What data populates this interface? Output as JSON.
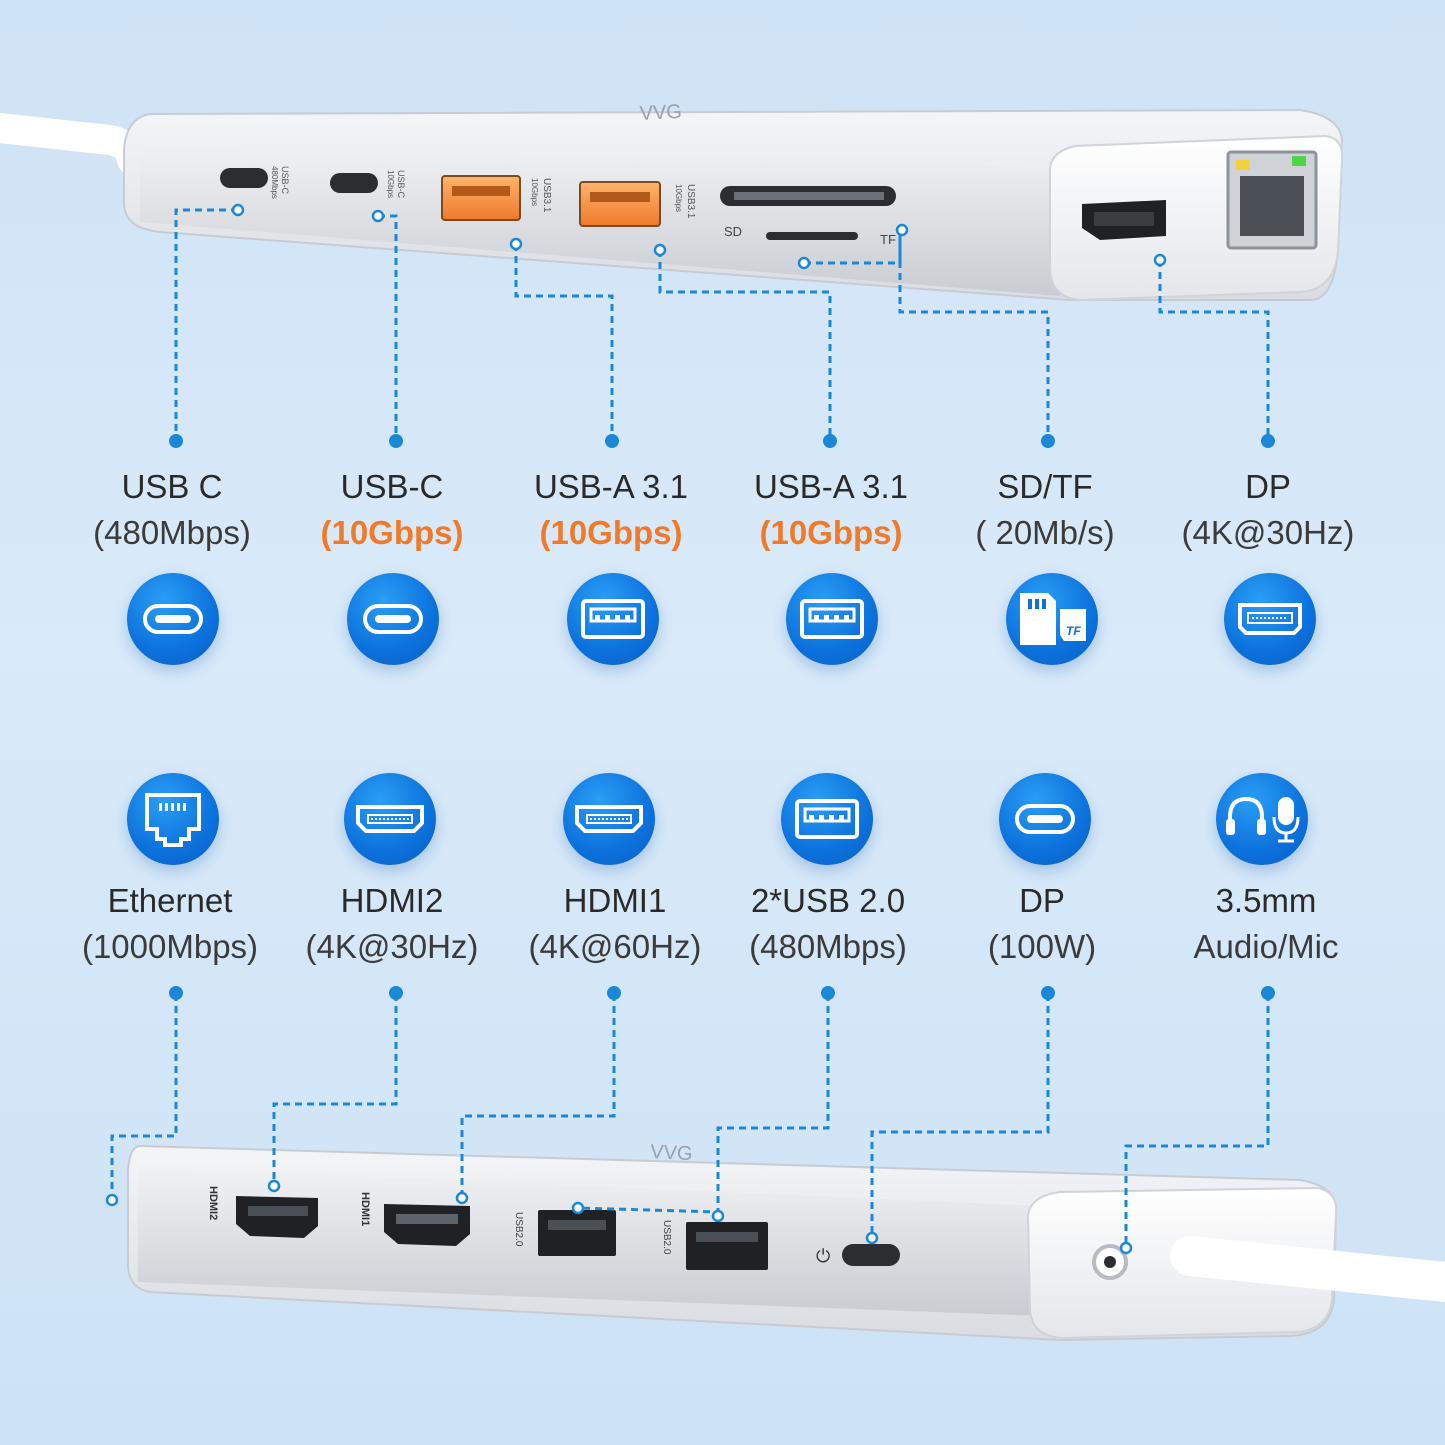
{
  "brand_logo": "VVG",
  "port_print": {
    "usb_c_1": "USB-C",
    "usb_c_1_speed": "480Mbps",
    "usb_c_2": "USB-C",
    "usb_c_2_speed": "10Gbps",
    "usb31_a": "USB3.1",
    "usb31_a_speed": "10Gbps",
    "usb31_b": "USB3.1",
    "usb31_b_speed": "10Gbps",
    "sd": "SD",
    "tf": "TF",
    "usb20_a": "USB2.0",
    "usb20_b": "USB2.0",
    "hdmi_2": "HDMI2",
    "hdmi_1": "HDMI1"
  },
  "top_ports": [
    {
      "name": "USB C",
      "spec": "(480Mbps)",
      "spec_highlight": false,
      "icon": "usb-c-icon"
    },
    {
      "name": "USB-C",
      "spec": "(10Gbps)",
      "spec_highlight": true,
      "icon": "usb-c-icon"
    },
    {
      "name": "USB-A 3.1",
      "spec": "(10Gbps)",
      "spec_highlight": true,
      "icon": "usb-a-icon"
    },
    {
      "name": "USB-A 3.1",
      "spec": "(10Gbps)",
      "spec_highlight": true,
      "icon": "usb-a-icon"
    },
    {
      "name": "SD/TF",
      "spec": "( 20Mb/s)",
      "spec_highlight": false,
      "icon": "sd-tf-card-icon"
    },
    {
      "name": "DP",
      "spec": "(4K@30Hz)",
      "spec_highlight": false,
      "icon": "displayport-icon"
    }
  ],
  "bottom_ports": [
    {
      "name": "Ethernet",
      "spec": "(1000Mbps)",
      "icon": "ethernet-icon"
    },
    {
      "name": "HDMI2",
      "spec": "(4K@30Hz)",
      "icon": "hdmi-icon"
    },
    {
      "name": "HDMI1",
      "spec": "(4K@60Hz)",
      "icon": "hdmi-icon"
    },
    {
      "name": "2*USB 2.0",
      "spec": "(480Mbps)",
      "icon": "usb-a-icon"
    },
    {
      "name": "DP",
      "spec": "(100W)",
      "icon": "usb-c-icon"
    },
    {
      "name": "3.5mm",
      "spec": "Audio/Mic",
      "icon": "headphone-mic-icon"
    }
  ],
  "colors": {
    "background": "#d3e6f7",
    "accent_blue": "#0c71dc",
    "highlight_orange": "#f07a2a",
    "connector_line": "#1b88d6",
    "usb31_port": "#f08a3a"
  }
}
